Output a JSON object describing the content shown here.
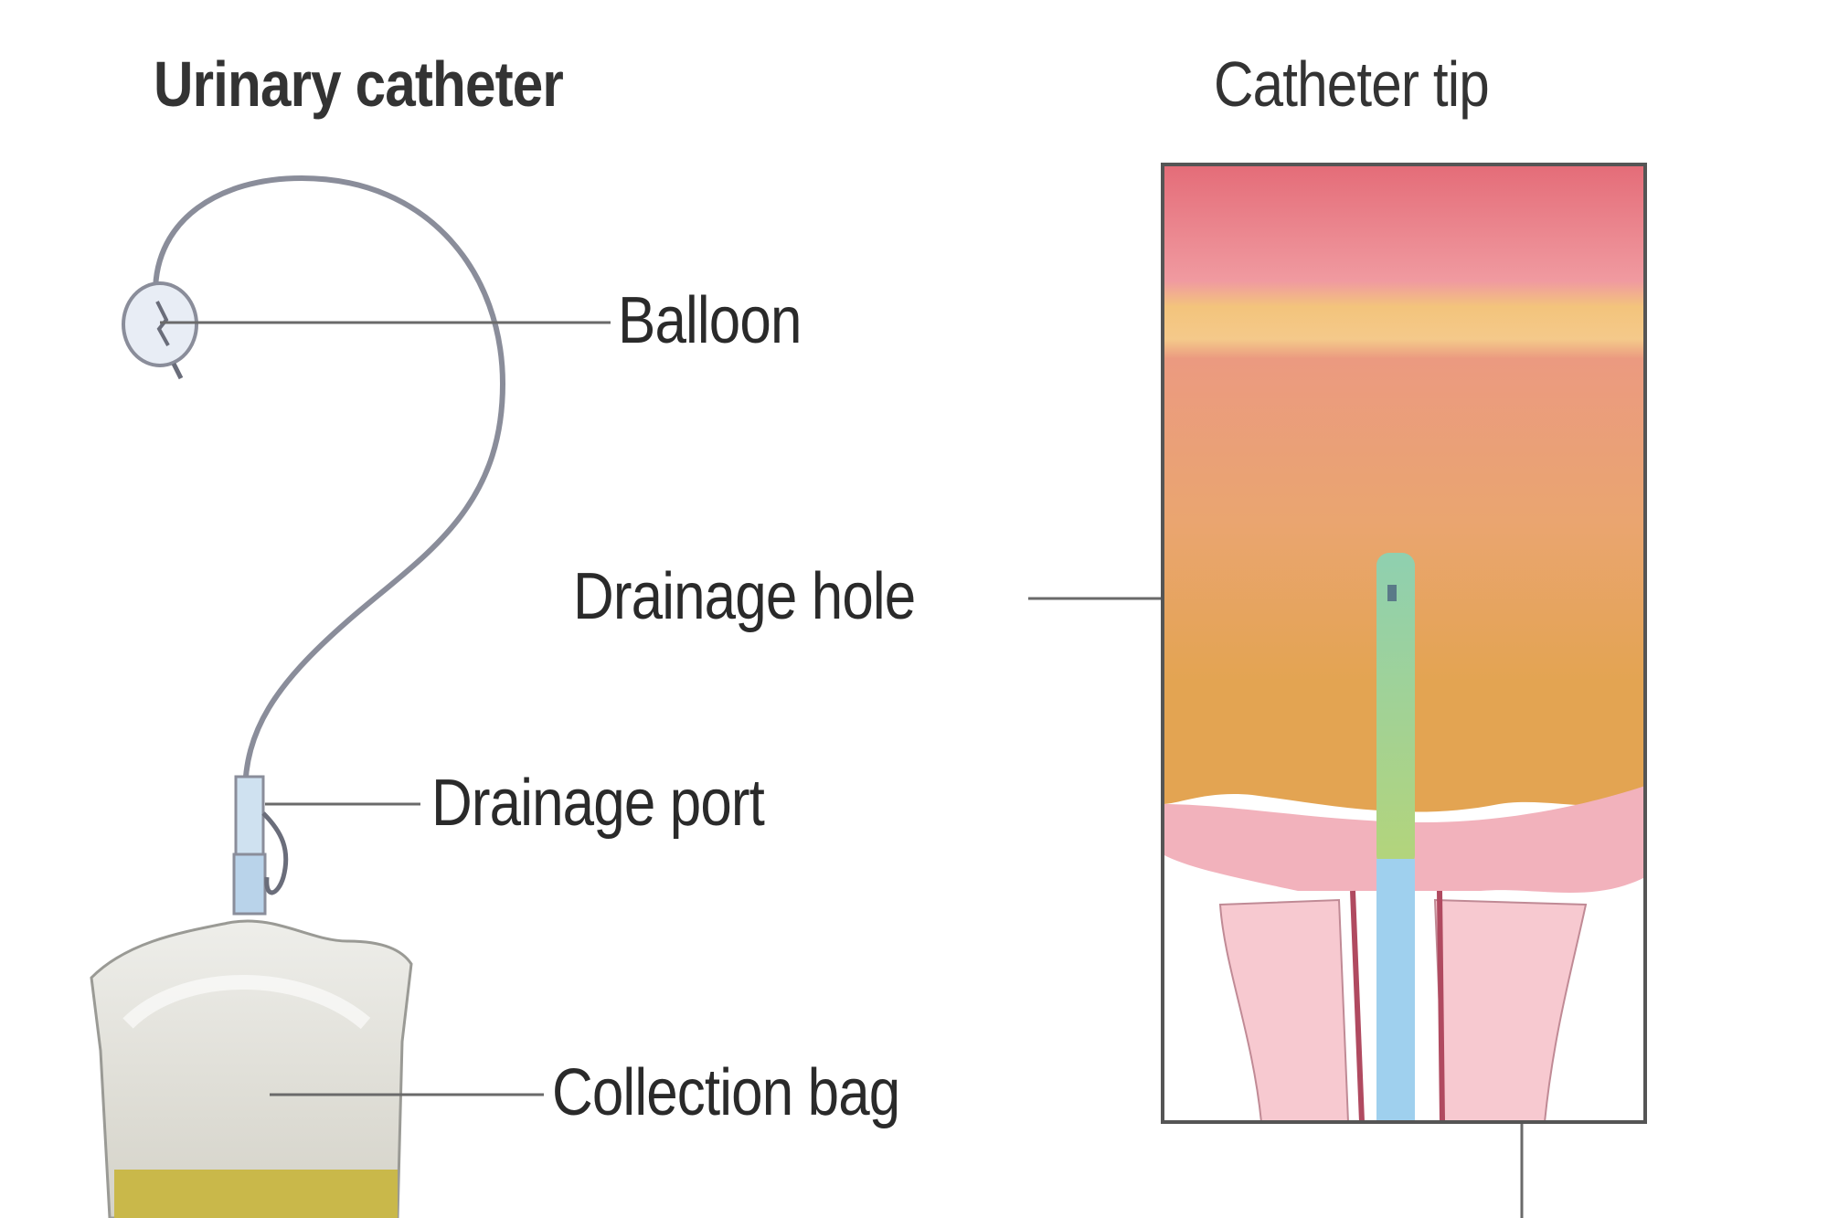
{
  "titles": {
    "left": "Urinary catheter",
    "right": "Catheter tip"
  },
  "labels": {
    "balloon": "Balloon",
    "drainage_hole": "Drainage hole",
    "drainage_port": "Drainage port",
    "collection_bag": "Collection bag"
  },
  "colors": {
    "tube": "#8a8d9a",
    "leader": "#6a6a6a",
    "bladder_top": "#e0707a",
    "bladder_band": "#f2c27a",
    "bladder_lower": "#e3a25a",
    "urethra": "#f2b7c0",
    "catheter_tip": "#a8d48a",
    "catheter_shaft": "#9fd0ee",
    "urine": "#c9b84a"
  }
}
